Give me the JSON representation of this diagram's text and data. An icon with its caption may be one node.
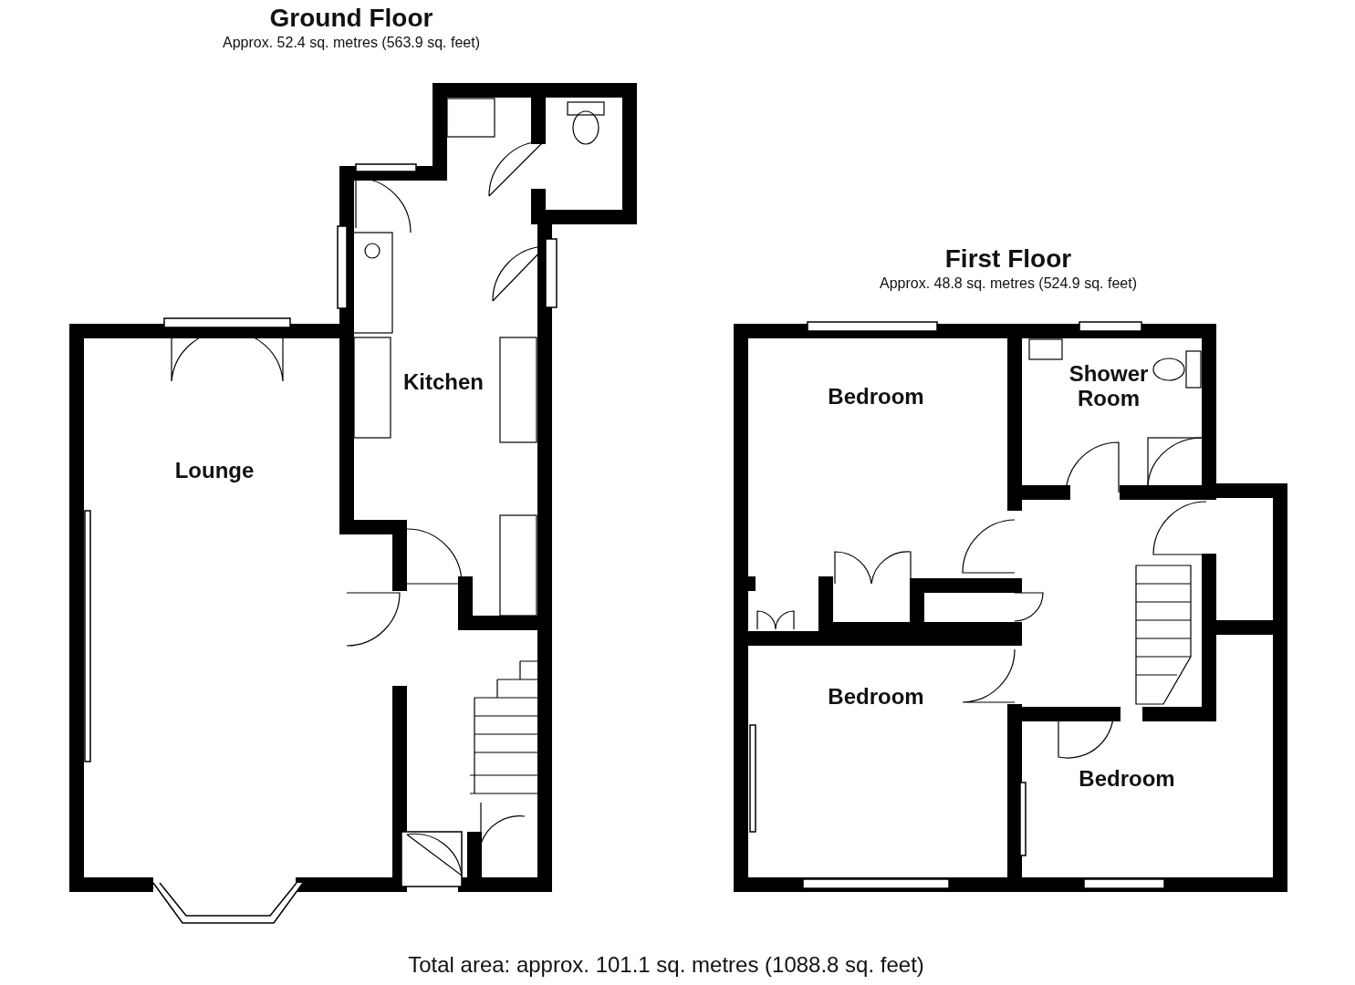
{
  "diagram": {
    "caption": "Total area: approx. 101.1 sq. metres (1088.8 sq. feet)",
    "nodes": [
      {
        "text": [
          "Kitchen"
        ]
      },
      {
        "text": [
          "Lounge"
        ]
      },
      {
        "text": [
          "Bedroom"
        ]
      },
      {
        "text": [
          "Shower Room"
        ]
      },
      {
        "text": [
          "Bedroom"
        ]
      },
      {
        "text": [
          "Bedroom"
        ]
      }
    ],
    "labels": [
      "Ground Floor",
      "Approx. 52.4 sq. metres (563.9 sq. feet)",
      "First Floor",
      "Approx. 48.8 sq. metres (524.9 sq. feet)"
    ]
  }
}
